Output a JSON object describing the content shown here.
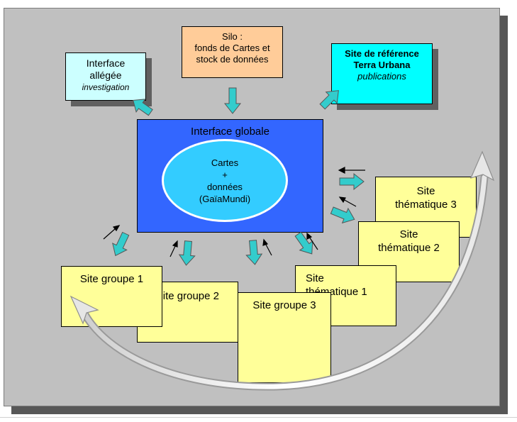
{
  "silo": {
    "line1": "Silo :",
    "line2": "fonds de Cartes et",
    "line3": "stock de données"
  },
  "interface_allegee": {
    "line1": "Interface",
    "line2": "allégée",
    "line3": "investigation"
  },
  "site_reference": {
    "line1": "Site de référence",
    "line2": "Terra Urbana",
    "line3": "publications"
  },
  "interface_globale": {
    "title": "Interface globale"
  },
  "cartes": {
    "line1": "Cartes",
    "line2": "+",
    "line3": "données",
    "line4": "(GaïaMundi)"
  },
  "sites": {
    "groupe1": "Site groupe 1",
    "groupe2": "Site groupe 2",
    "groupe3": "Site groupe 3",
    "thematique1": {
      "line1": "Site",
      "line2": "thématique 1"
    },
    "thematique2": {
      "line1": "Site",
      "line2": "thématique 2"
    },
    "thematique3": {
      "line1": "Site",
      "line2": "thématique 3"
    }
  },
  "colors": {
    "background": "#c0c0c0",
    "silo": "#ffcc99",
    "interface_allegee": "#ccffff",
    "site_reference": "#00ffff",
    "interface_globale": "#3366ff",
    "cartes": "#33ccff",
    "site": "#ffff99",
    "arrow": "#33cccc"
  }
}
